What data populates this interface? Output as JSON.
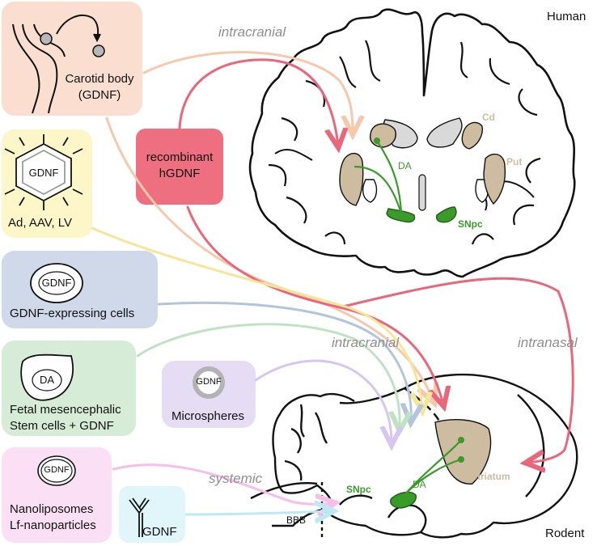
{
  "corner_labels": {
    "top": "Human",
    "bottom": "Rodent"
  },
  "routes": {
    "intracranial_top": "intracranial",
    "intracranial_mid": "intracranial",
    "intranasal": "intranasal",
    "systemic": "systemic"
  },
  "sources": {
    "carotid": {
      "line1": "Carotid body",
      "line2": "(GDNF)"
    },
    "viral": {
      "badge": "GDNF",
      "label": "Ad, AAV, LV"
    },
    "cells": {
      "badge": "GDNF",
      "label": "GDNF-expressing cells"
    },
    "fetal": {
      "badge": "DA",
      "line1": "Fetal mesencephalic",
      "line2": "Stem cells + GDNF"
    },
    "microspheres": {
      "badge": "GDNF",
      "label": "Microspheres"
    },
    "recombinant": {
      "line1": "recombinant",
      "line2": "hGDNF"
    },
    "nano": {
      "badge": "GDNF",
      "line1": "Nanoliposomes",
      "line2": "Lf-nanoparticles"
    },
    "antibody": {
      "label": "GDNF"
    }
  },
  "human_brain": {
    "cd": "Cd",
    "put": "Put",
    "da": "DA",
    "snpc": "SNpc"
  },
  "rodent_brain": {
    "snpc": "SNpc",
    "da": "DA",
    "striatum": "Striatum",
    "bbb": "BBB"
  },
  "colors": {
    "carotid": "#fadfd0",
    "viral": "#fdf6c9",
    "cells": "#cfd9e9",
    "fetal": "#d6ecd7",
    "microspheres": "#e6dcf4",
    "recombinant": "#ee6f7f",
    "nano": "#fbe0f5",
    "antibody": "#e0f6fb",
    "tan": "#cdbca0",
    "green": "#3a9a2a",
    "gray": "#d9d9d9"
  }
}
